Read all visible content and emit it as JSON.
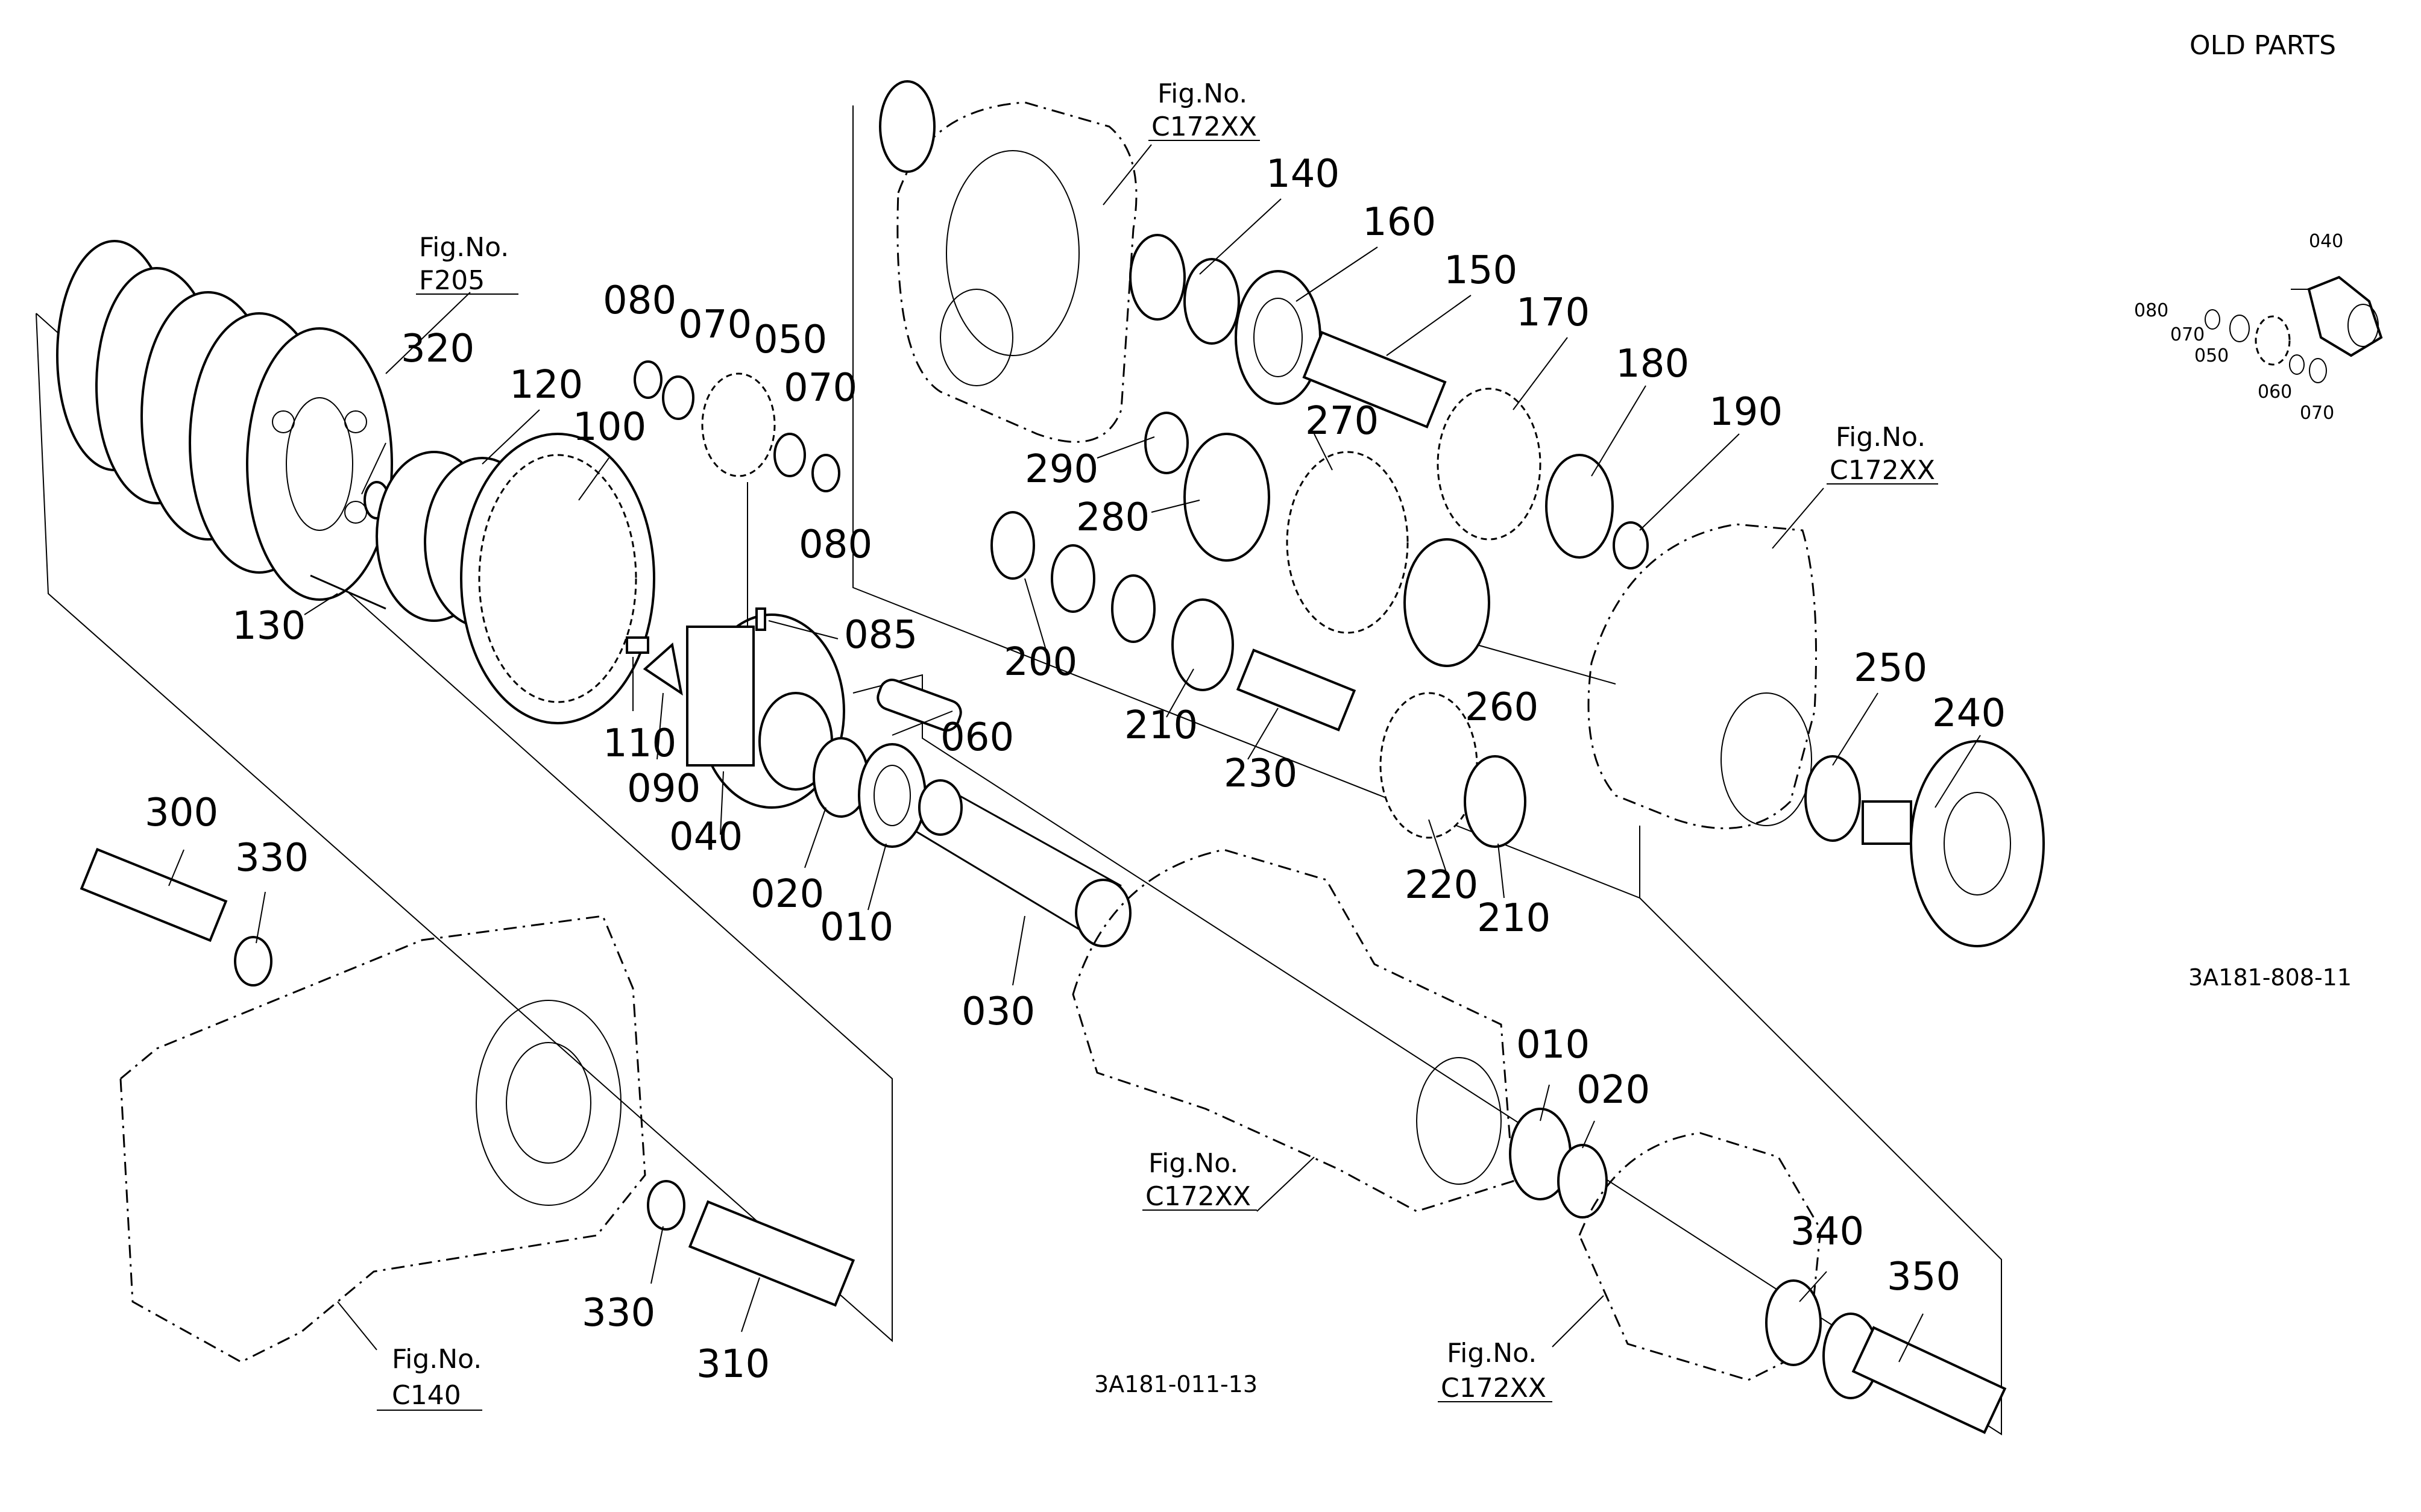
{
  "header": {
    "title": "OLD PARTS"
  },
  "drawing_codes": {
    "right": "3A181-808-11",
    "bottom": "3A181-011-13"
  },
  "figure_refs": {
    "f205": {
      "label": "Fig.No.",
      "code": "F205"
    },
    "c172xx_top": {
      "label": "Fig.No.",
      "code": "C172XX"
    },
    "c172xx_right": {
      "label": "Fig.No.",
      "code": "C172XX"
    },
    "c172xx_mid": {
      "label": "Fig.No.",
      "code": "C172XX"
    },
    "c172xx_bottom": {
      "label": "Fig.No.",
      "code": "C172XX"
    },
    "c140": {
      "label": "Fig.No.",
      "code": "C140"
    }
  },
  "callouts": {
    "p010a": "010",
    "p010b": "010",
    "p020a": "020",
    "p020b": "020",
    "p030": "030",
    "p040": "040",
    "p050": "050",
    "p060": "060",
    "p070a": "070",
    "p070b": "070",
    "p080a": "080",
    "p080b": "080",
    "p085": "085",
    "p090": "090",
    "p100": "100",
    "p110": "110",
    "p120": "120",
    "p130": "130",
    "p140": "140",
    "p150": "150",
    "p160": "160",
    "p170": "170",
    "p180": "180",
    "p190": "190",
    "p200": "200",
    "p210a": "210",
    "p210b": "210",
    "p220": "220",
    "p230": "230",
    "p240": "240",
    "p250": "250",
    "p260": "260",
    "p270": "270",
    "p280": "280",
    "p290": "290",
    "p300": "300",
    "p310": "310",
    "p320": "320",
    "p330a": "330",
    "p330b": "330",
    "p340": "340",
    "p350": "350"
  },
  "inset_callouts": {
    "i040": "040",
    "i050": "050",
    "i060": "060",
    "i070a": "070",
    "i070b": "070",
    "i080": "080"
  }
}
